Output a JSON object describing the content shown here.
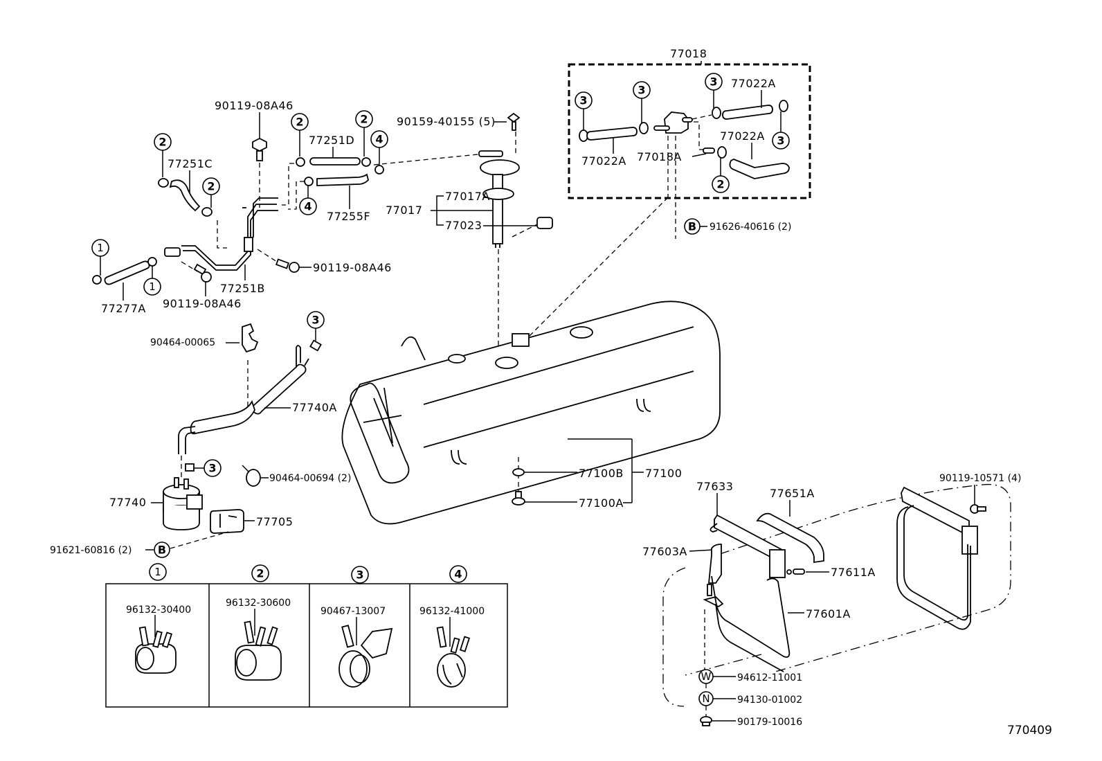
{
  "diagram": {
    "type": "exploded-parts-diagram",
    "subject": "fuel tank and fuel lines assembly",
    "reference_number": "770409",
    "labels": {
      "p90119_08A46_top": "90119-08A46",
      "p90119_08A46_right": "90119-08A46",
      "p90119_08A46_bottom": "90119-08A46",
      "p77251C": "77251C",
      "p77251D": "77251D",
      "p77255F": "77255F",
      "p77251B": "77251B",
      "p77277A": "77277A",
      "p90159_40155": "90159-40155 (5)",
      "p77017": "77017",
      "p77017A": "77017A",
      "p77023": "77023",
      "p77018": "77018",
      "p77022A_left": "77022A",
      "p77022A_topright": "77022A",
      "p77022A_midright": "77022A",
      "p77018A": "77018A",
      "p91626_40616": "91626-40616 (2)",
      "p90464_00065": "90464-00065",
      "p77740A": "77740A",
      "p77740": "77740",
      "p90464_00694": "90464-00694 (2)",
      "p77705": "77705",
      "p91621_60816": "91621-60816 (2)",
      "p77100B": "77100B",
      "p77100A": "77100A",
      "p77100": "77100",
      "p77633": "77633",
      "p77651A": "77651A",
      "p90119_10571": "90119-10571 (4)",
      "p77603A": "77603A",
      "p77611A": "77611A",
      "p77601A": "77601A",
      "p94612_11001": "94612-11001",
      "p94130_01002": "94130-01002",
      "p90179_10016": "90179-10016"
    },
    "callout_markers": {
      "one": "1",
      "two": "2",
      "three": "3",
      "four": "4",
      "B": "B",
      "W": "W",
      "N": "N"
    },
    "clamp_legend": [
      {
        "marker": "1",
        "part_number": "96132-30400"
      },
      {
        "marker": "2",
        "part_number": "96132-30600"
      },
      {
        "marker": "3",
        "part_number": "90467-13007"
      },
      {
        "marker": "4",
        "part_number": "96132-41000"
      }
    ]
  }
}
